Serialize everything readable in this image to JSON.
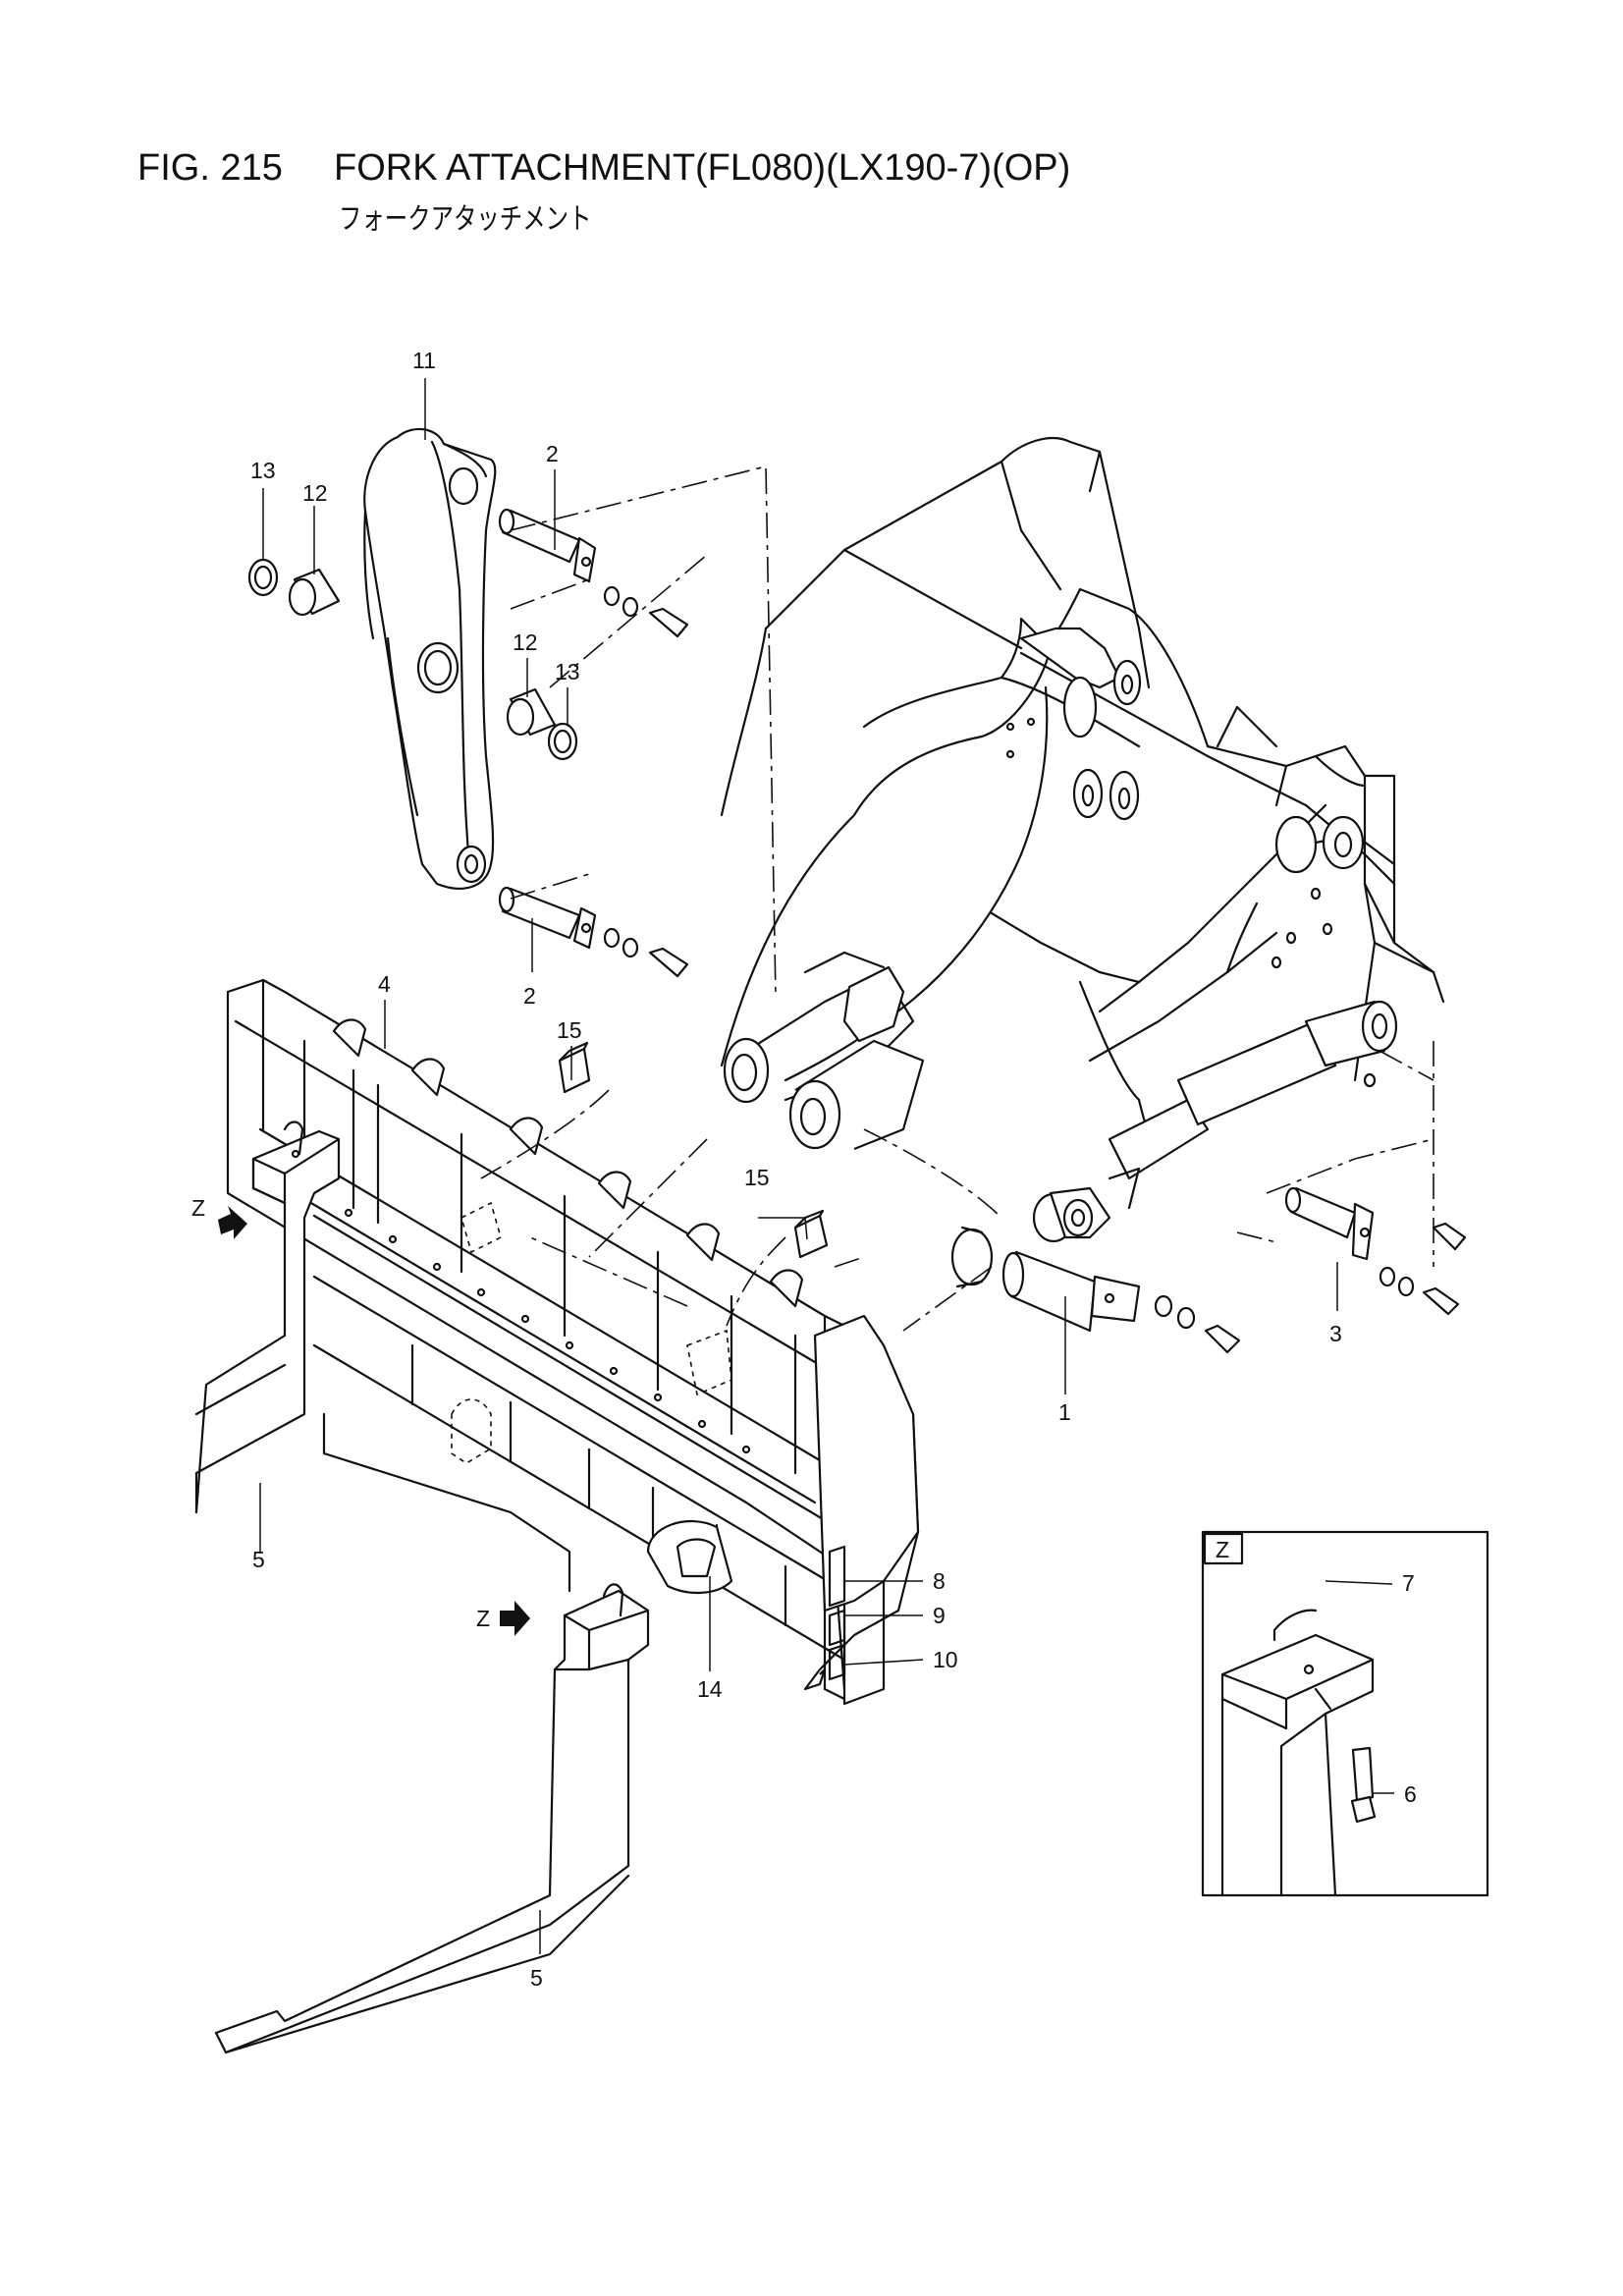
{
  "figure": {
    "number": "FIG. 215",
    "title": "FORK ATTACHMENT(FL080)(LX190-7)(OP)",
    "subtitle": "フォークアタッチメント"
  },
  "callouts": {
    "c1": "1",
    "c2a": "2",
    "c2b": "2",
    "c3": "3",
    "c4": "4",
    "c5a": "5",
    "c5b": "5",
    "c6": "6",
    "c7": "7",
    "c8": "8",
    "c9": "9",
    "c10": "10",
    "c11": "11",
    "c12a": "12",
    "c12b": "12",
    "c13a": "13",
    "c13b": "13",
    "c14": "14",
    "c15a": "15",
    "c15b": "15"
  },
  "view_markers": {
    "z_arrow_upper": "Z",
    "z_arrow_lower": "Z",
    "detail_box": "Z"
  }
}
